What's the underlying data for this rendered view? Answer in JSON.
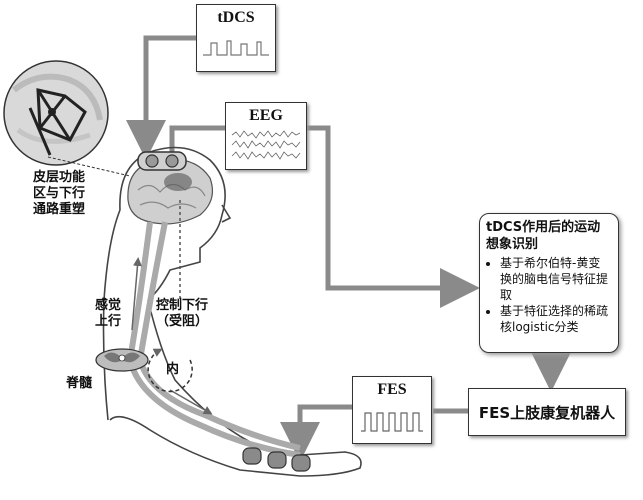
{
  "labels": {
    "tdcs": "tDCS",
    "eeg": "EEG",
    "fes": "FES",
    "robot": "FES上肢康复机器人",
    "cortex": [
      "皮层功能",
      "区与下行",
      "通路重塑"
    ],
    "sensory": [
      "感觉",
      "上行"
    ],
    "motor": [
      "控制下行",
      "（受阻）"
    ],
    "spinal": "脊髓",
    "inner": "内"
  },
  "recognition": {
    "title": "tDCS作用后的运动想象识别",
    "items": [
      "基于希尔伯特-黄变换的脑电信号特征提取",
      "基于特征选择的稀疏核logistic分类"
    ]
  },
  "colors": {
    "arrow": "#8a8a8a",
    "outline": "#333333",
    "pathway": "#9a9a9a",
    "electrode": "#888888"
  }
}
